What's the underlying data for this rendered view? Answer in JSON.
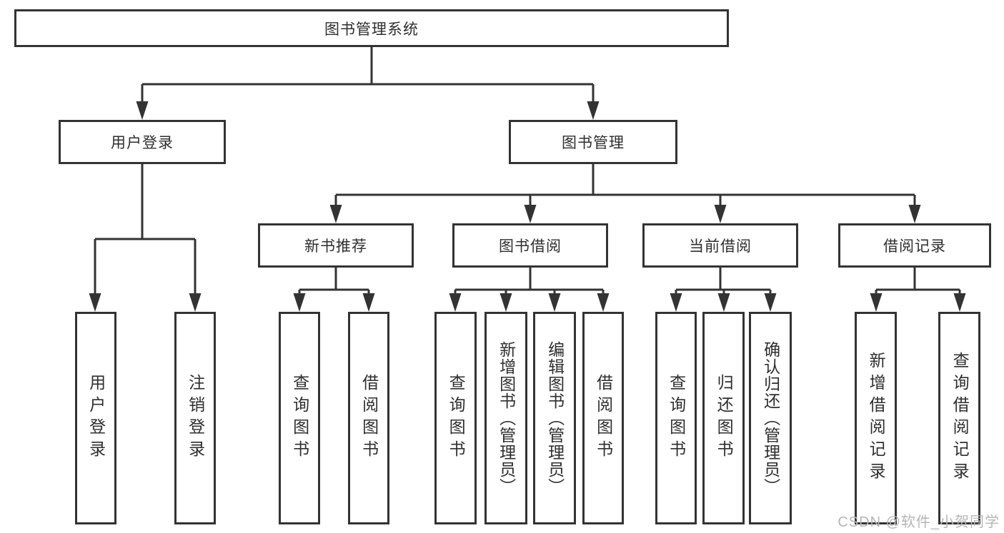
{
  "diagram": {
    "title": "图书管理系统",
    "branches": [
      {
        "label": "用户登录",
        "children": [
          {
            "label": "用户登录"
          },
          {
            "label": "注销登录"
          }
        ]
      },
      {
        "label": "图书管理",
        "children": [
          {
            "label": "新书推荐",
            "children": [
              {
                "label": "查询图书"
              },
              {
                "label": "借阅图书"
              }
            ]
          },
          {
            "label": "图书借阅",
            "children": [
              {
                "label": "查询图书"
              },
              {
                "label": "新增图书（管理员）"
              },
              {
                "label": "编辑图书（管理员）"
              },
              {
                "label": "借阅图书"
              }
            ]
          },
          {
            "label": "当前借阅",
            "children": [
              {
                "label": "查询图书"
              },
              {
                "label": "归还图书"
              },
              {
                "label": "确认归还（管理员）"
              }
            ]
          },
          {
            "label": "借阅记录",
            "children": [
              {
                "label": "新增借阅记录"
              },
              {
                "label": "查询借阅记录"
              }
            ]
          }
        ]
      }
    ],
    "colors": {
      "line": "#333333",
      "text": "#2e2e2e",
      "background": "#ffffff",
      "watermark_color": "#b5b5b5"
    },
    "watermark": "CSDN @软件_小贺同学"
  }
}
